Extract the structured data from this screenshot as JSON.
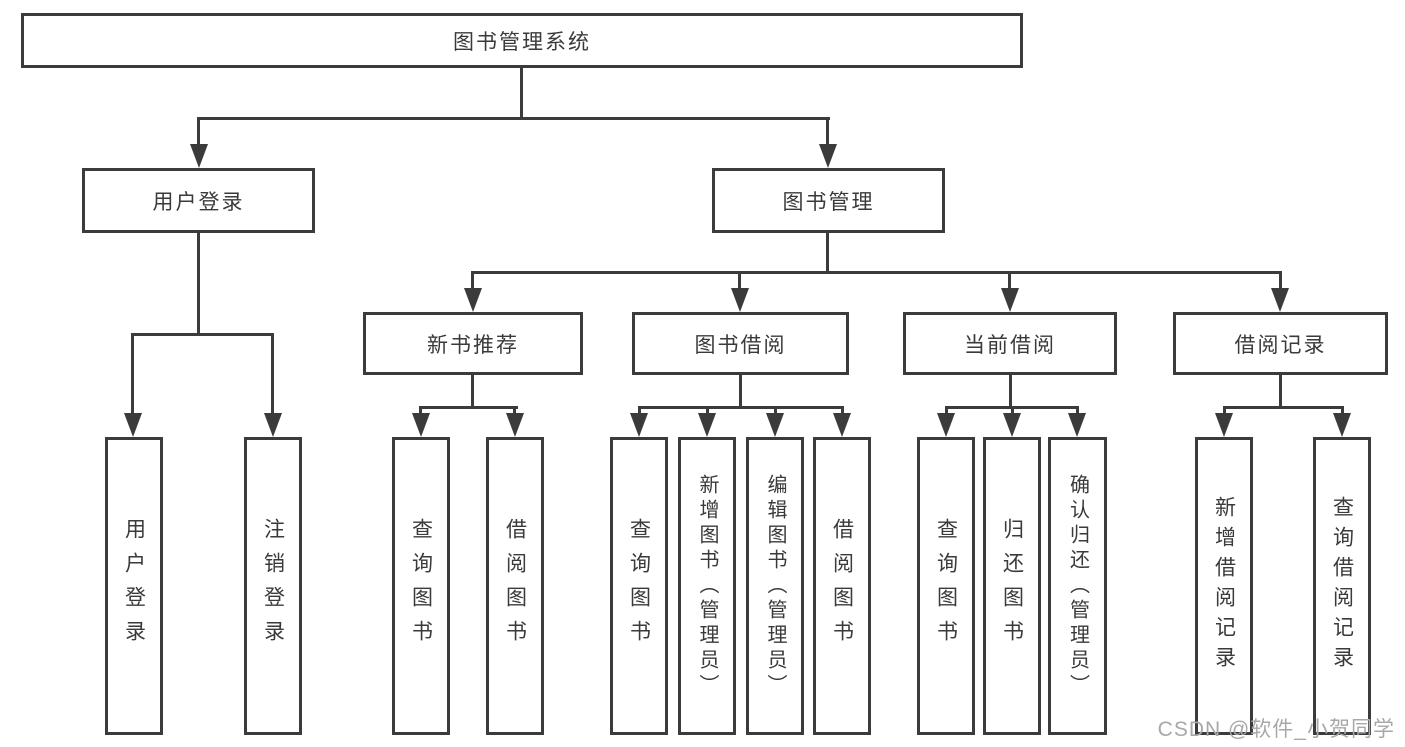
{
  "colors": {
    "line": "#3b3b3b",
    "text": "#3a3a3a",
    "watermark": "#a8a8a8",
    "bg": "#ffffff"
  },
  "watermark": {
    "text": "CSDN @软件_小贺同学"
  },
  "diagram": {
    "type": "hierarchy-tree",
    "tree": {
      "label": "图书管理系统",
      "children": [
        {
          "label": "用户登录",
          "children": [
            {
              "label": "用户登录"
            },
            {
              "label": "注销登录"
            }
          ]
        },
        {
          "label": "图书管理",
          "children": [
            {
              "label": "新书推荐",
              "children": [
                {
                  "label": "查询图书"
                },
                {
                  "label": "借阅图书"
                }
              ]
            },
            {
              "label": "图书借阅",
              "children": [
                {
                  "label": "查询图书"
                },
                {
                  "label": "新增图书（管理员）"
                },
                {
                  "label": "编辑图书（管理员）"
                },
                {
                  "label": "借阅图书"
                }
              ]
            },
            {
              "label": "当前借阅",
              "children": [
                {
                  "label": "查询图书"
                },
                {
                  "label": "归还图书"
                },
                {
                  "label": "确认归还（管理员）"
                }
              ]
            },
            {
              "label": "借阅记录",
              "children": [
                {
                  "label": "新增借阅记录"
                },
                {
                  "label": "查询借阅记录"
                }
              ]
            }
          ]
        }
      ]
    }
  }
}
